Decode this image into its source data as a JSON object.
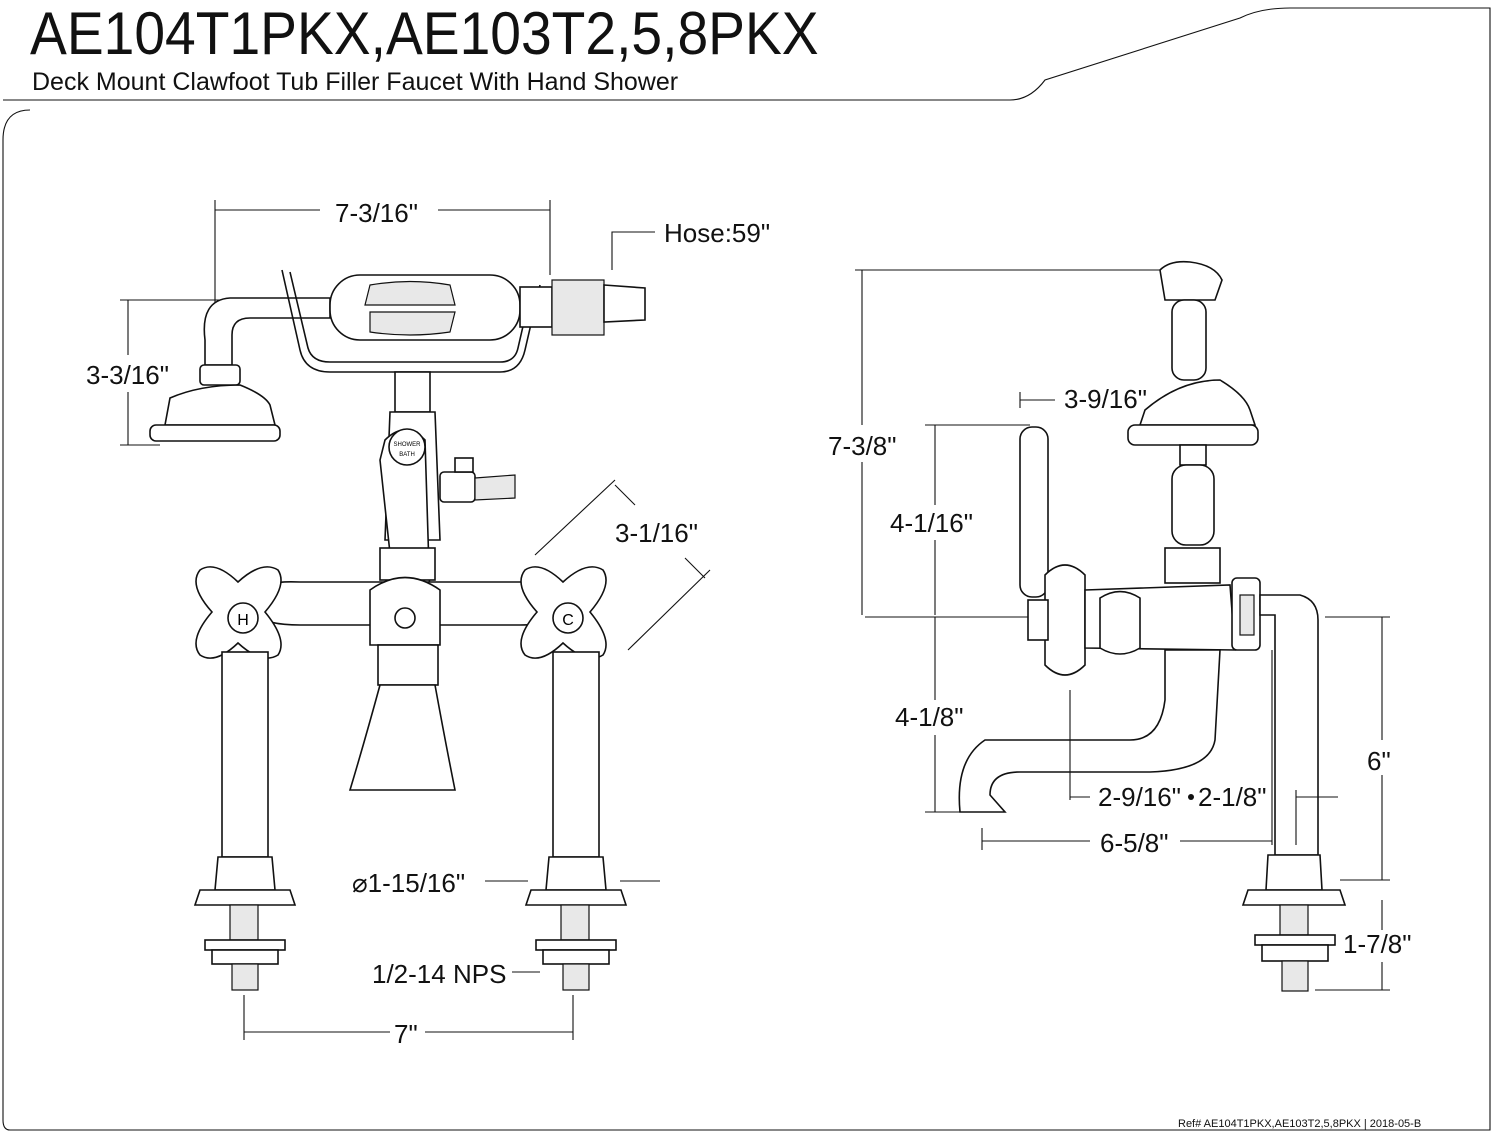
{
  "header": {
    "title": "AE104T1PKX,AE103T2,5,8PKX",
    "subtitle": "Deck Mount Clawfoot Tub Filler Faucet With Hand Shower"
  },
  "front_view": {
    "width_shower": "7-3/16\"",
    "hose": "Hose:59\"",
    "shower_height": "3-3/16\"",
    "handle_reach": "3-1/16\"",
    "shank_diameter": "⌀1-15/16\"",
    "thread": "1/2-14 NPS",
    "center_spacing": "7\"",
    "hot_label": "H",
    "cold_label": "C",
    "diverter_label_top": "SHOWER",
    "diverter_label_bottom": "BATH"
  },
  "side_view": {
    "overall_height": "7-3/8\"",
    "shower_offset": "3-9/16\"",
    "upper_height": "4-1/16\"",
    "spout_drop": "4-1/8\"",
    "spout_offset_a": "2-9/16\"",
    "spout_offset_b": "2-1/8\"",
    "spout_reach": "6-5/8\"",
    "riser_height": "6\"",
    "shank_length": "1-7/8\""
  },
  "footer": {
    "ref": "Ref# AE104T1PKX,AE103T2,5,8PKX | 2018-05-B"
  }
}
